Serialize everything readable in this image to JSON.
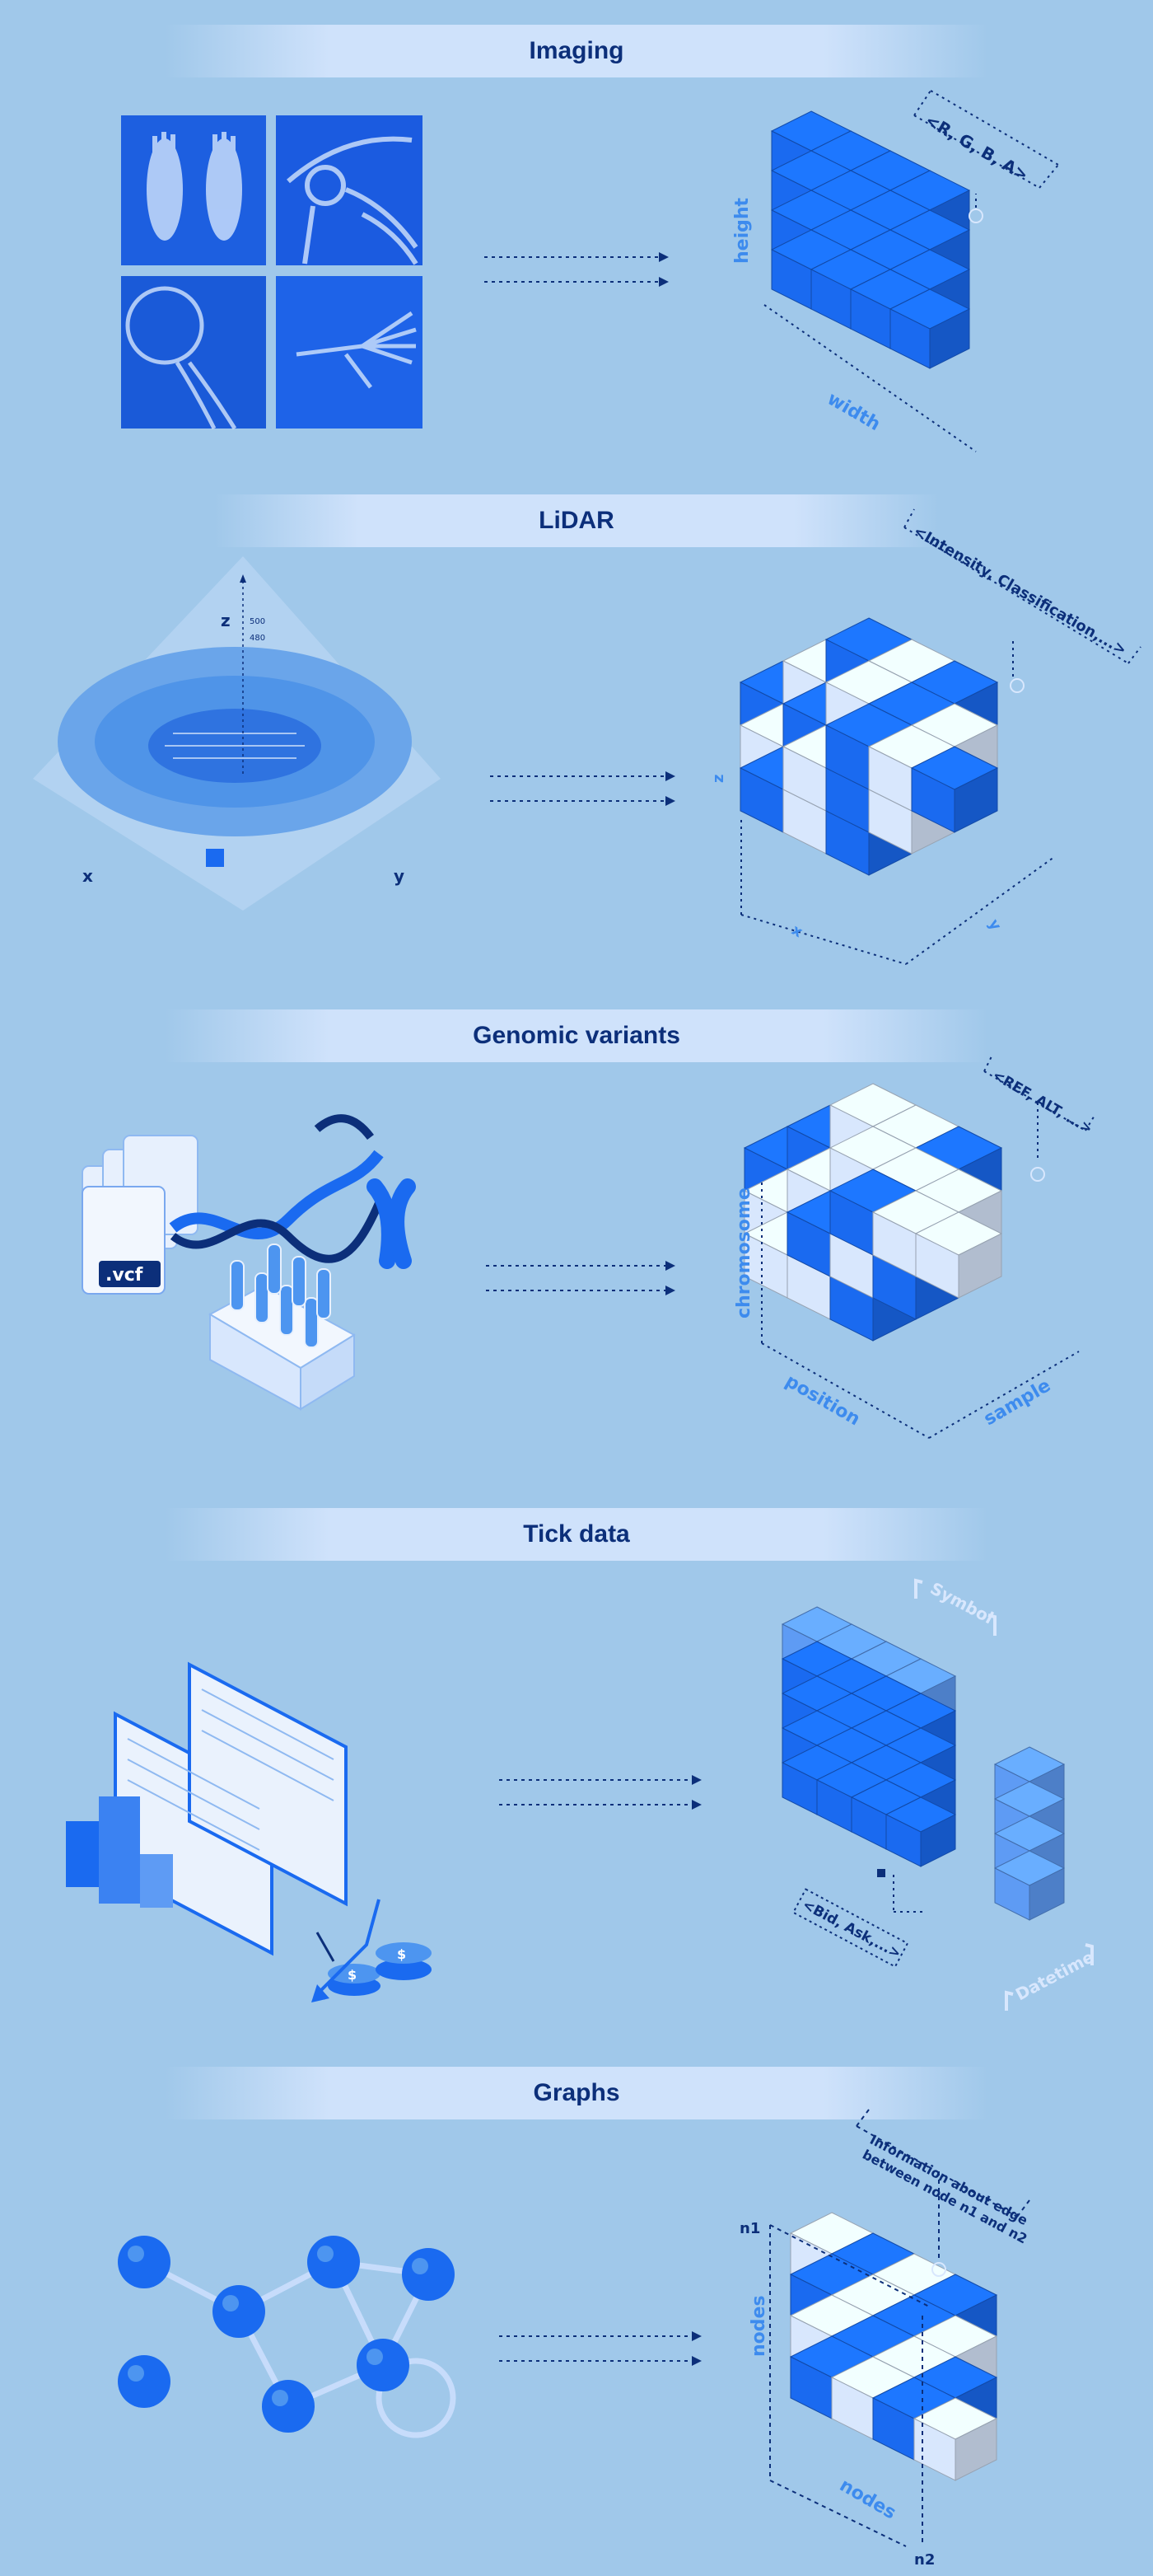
{
  "sections": [
    {
      "title": "Imaging",
      "cell_label": "<R, G, B, A>",
      "axes": {
        "vertical": "height",
        "horizontal": "width"
      }
    },
    {
      "title": "LiDAR",
      "cell_label": "<Intensity, Classification,...>",
      "axes": {
        "z": "z",
        "x": "x",
        "y": "y"
      },
      "source_axes": {
        "z": "z",
        "x": "x",
        "y": "y",
        "z_ticks": [
          "500",
          "480"
        ]
      }
    },
    {
      "title": "Genomic variants",
      "cell_label": "<REF, ALT, ...>",
      "axes": {
        "vertical": "chromosome",
        "left": "position",
        "right": "sample"
      },
      "file_label": ".vcf"
    },
    {
      "title": "Tick data",
      "cell_label": "<Bid, Ask,...>",
      "axes": {
        "top": "Symbol",
        "bottom": "Datetime"
      },
      "coin_symbol": "$"
    },
    {
      "title": "Graphs",
      "cell_label_line1": "Information about edge",
      "cell_label_line2": "between node n1 and n2",
      "axes": {
        "vertical": "nodes",
        "horizontal": "nodes"
      },
      "node_labels": {
        "n1": "n1",
        "n2": "n2"
      }
    }
  ],
  "colors": {
    "background": "#a0c8ea",
    "banner": "#cfe2fb",
    "title_text": "#0c2f7a",
    "cube_dark": "#1a6af0",
    "cube_light": "#d8e7fd",
    "axis_text": "#3d8bee"
  }
}
